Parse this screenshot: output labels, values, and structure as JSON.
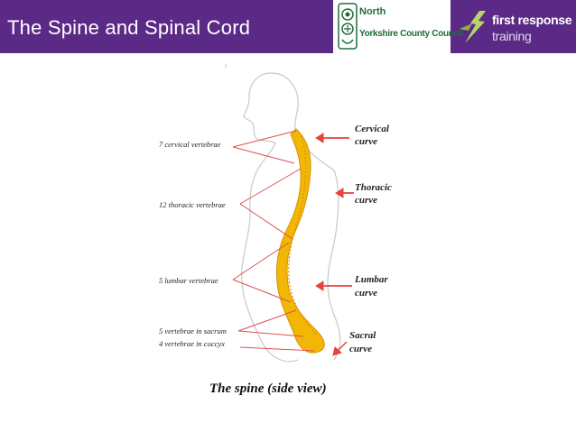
{
  "header": {
    "title": "The Spine and Spinal Cord",
    "background": "#5b2a86"
  },
  "logos": {
    "nycc": {
      "line1": "North",
      "line2": "Yorkshire County Council",
      "color": "#1f6e3a",
      "icon": "county-crest-icon"
    },
    "frt": {
      "line1": "first response",
      "line2": "training",
      "icon": "first-response-mark-icon"
    }
  },
  "diagram": {
    "left_labels": [
      "7 cervical vertebrae",
      "12 thoracic vertebrae",
      "5 lumbar vertebrae",
      "5 vertebrae in sacrum",
      "4 vertebrae in  coccyx"
    ],
    "curves": [
      {
        "line1": "Cervical",
        "line2": "curve"
      },
      {
        "line1": "Thoracic",
        "line2": "curve"
      },
      {
        "line1": "Lumbar",
        "line2": "curve"
      },
      {
        "line1": "Sacral",
        "line2": "curve"
      }
    ],
    "caption": "The spine (side view)",
    "colors": {
      "spine": "#f2b705",
      "spine_dark": "#d99100",
      "leader_lines": "#e05050",
      "arrows": "#e8423c",
      "outline": "#c8c8c8"
    }
  }
}
